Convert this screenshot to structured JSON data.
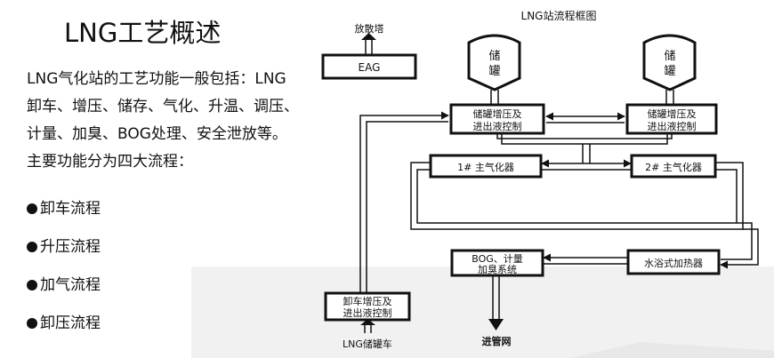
{
  "slide": {
    "title": "LNG工艺概述",
    "intro_lines": [
      "LNG气化站的工艺功能一般包括：LNG",
      "卸车、增压、储存、气化、升温、调压、",
      "计量、加臭、BOG处理、安全泄放等。",
      "主要功能分为四大流程："
    ],
    "bullets": [
      "卸车流程",
      "升压流程",
      "加气流程",
      "卸压流程"
    ]
  },
  "diagram": {
    "title": "LNG站流程框图",
    "vent_tower": "放散塔",
    "eag": "EAG",
    "tank_char_1": "储",
    "tank_char_2": "罐",
    "tank_ctrl_line1": "储罐增压及",
    "tank_ctrl_line2": "进出液控制",
    "vaporizer_1": "1# 主气化器",
    "vaporizer_2": "2# 主气化器",
    "bog_line1": "BOG、计量",
    "bog_line2": "加臭系统",
    "water_heater": "水浴式加热器",
    "unload_line1": "卸车增压及",
    "unload_line2": "进出液控制",
    "truck": "LNG储罐车",
    "pipeline": "进管网"
  }
}
